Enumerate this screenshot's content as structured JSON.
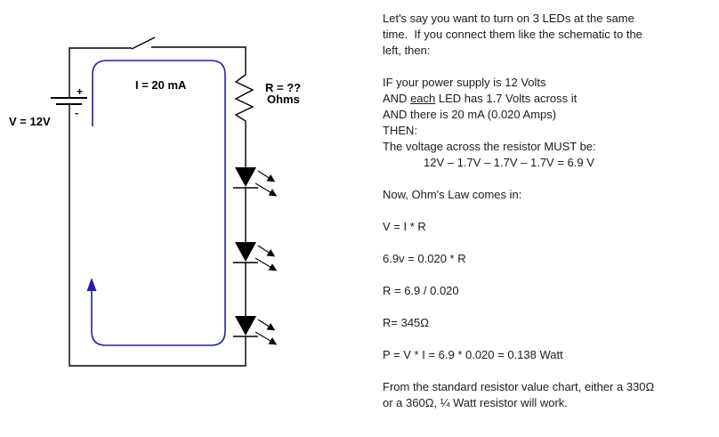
{
  "schematic": {
    "labels": {
      "voltage": "V = 12V",
      "plus": "+",
      "minus": "-",
      "current": "I = 20 mA",
      "resistor_value": "R = ??",
      "resistor_unit": "Ohms"
    },
    "colors": {
      "wire": "#000000",
      "loop": "#2121a8"
    }
  },
  "explanation": {
    "para1": [
      "Let's say you want to turn on 3 LEDs at the same",
      "time.  If you connect them like the schematic to the",
      "left, then:"
    ],
    "conditions": {
      "if_line": "IF your power supply is 12 Volts",
      "and_prefix": "AND ",
      "and_underlined": "each",
      "and_suffix": " LED has 1.7 Volts across it",
      "and2": "AND there is 20 mA (0.020 Amps)",
      "then": "THEN:",
      "must_be": "The voltage across the resistor MUST be:",
      "equation": "12V – 1.7V – 1.7V – 1.7V = 6.9 V"
    },
    "ohms_law_intro": "Now, Ohm's Law comes in:",
    "steps": [
      "V = I * R",
      "6.9v = 0.020 * R",
      "R = 6.9 / 0.020",
      "R= 345Ω",
      "P = V * I = 6.9 * 0.020 = 0.138 Watt"
    ],
    "conclusion": [
      "From the standard resistor value chart, either a 330Ω",
      "or a 360Ω, ¼ Watt resistor will work."
    ]
  }
}
